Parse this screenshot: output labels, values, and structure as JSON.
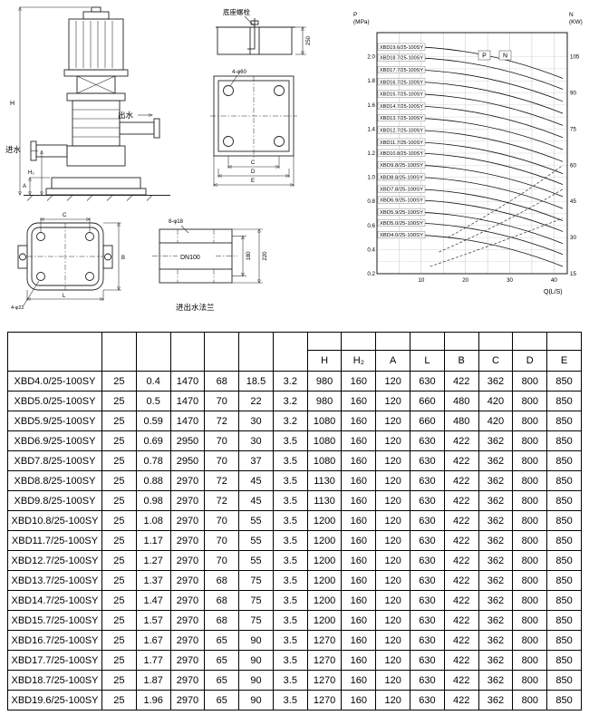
{
  "drawings": {
    "labels": {
      "dim_h": "H",
      "dim_h2": "H₂",
      "dim_a": "A",
      "outlet": "出水",
      "inlet": "进水",
      "anchor_bolt": "底座螺栓",
      "dim_250": "250",
      "foundation_holes": "4-φ60",
      "dim_c": "C",
      "dim_d": "D",
      "dim_e": "E",
      "plan_dim_c": "C",
      "plan_dim_b": "B",
      "plan_dim_l": "L",
      "plan_holes": "4-φ22",
      "flange_holes": "8-φ18",
      "flange_bore": "DN100",
      "flange_dim_180": "180",
      "flange_dim_220": "220",
      "flange_caption": "进出水法兰"
    }
  },
  "chart_data": {
    "type": "line",
    "title": "",
    "xlabel": "Q(L/S)",
    "ylabel_left": "P (MPa)",
    "ylabel_right": "N (KW)",
    "xlim": [
      0,
      43
    ],
    "ylim_left": [
      0.2,
      2.2
    ],
    "x_ticks": [
      10,
      20,
      30,
      40
    ],
    "y_ticks_left": [
      0.2,
      0.4,
      0.6,
      0.8,
      1.0,
      1.2,
      1.4,
      1.6,
      1.8,
      2.0
    ],
    "y_ticks_right": [
      15,
      30,
      45,
      60,
      75,
      90,
      105
    ],
    "axis_titles": {
      "left1": "P",
      "left2": "(MPa)",
      "right1": "N",
      "right2": "(KW)",
      "x": "Q(L/S)"
    },
    "inner_labels": [
      "P",
      "N"
    ],
    "grid": true,
    "series": [
      {
        "name": "XBD19.6/25-100SY",
        "pressure_points": [
          [
            2,
            2.08
          ],
          [
            22,
            2.03
          ],
          [
            42,
            1.82
          ]
        ]
      },
      {
        "name": "XBD18.7/25-100SY",
        "pressure_points": [
          [
            2,
            1.99
          ],
          [
            22,
            1.94
          ],
          [
            42,
            1.73
          ]
        ]
      },
      {
        "name": "XBD17.7/25-100SY",
        "pressure_points": [
          [
            2,
            1.89
          ],
          [
            22,
            1.84
          ],
          [
            42,
            1.63
          ]
        ]
      },
      {
        "name": "XBD16.7/25-100SY",
        "pressure_points": [
          [
            2,
            1.79
          ],
          [
            22,
            1.74
          ],
          [
            42,
            1.53
          ]
        ]
      },
      {
        "name": "XBD15.7/25-100SY",
        "pressure_points": [
          [
            2,
            1.69
          ],
          [
            22,
            1.64
          ],
          [
            42,
            1.43
          ]
        ]
      },
      {
        "name": "XBD14.7/25-100SY",
        "pressure_points": [
          [
            2,
            1.59
          ],
          [
            22,
            1.54
          ],
          [
            42,
            1.33
          ]
        ]
      },
      {
        "name": "XBD13.7/25-100SY",
        "pressure_points": [
          [
            2,
            1.49
          ],
          [
            22,
            1.44
          ],
          [
            42,
            1.23
          ]
        ]
      },
      {
        "name": "XBD12.7/25-100SY",
        "pressure_points": [
          [
            2,
            1.39
          ],
          [
            22,
            1.34
          ],
          [
            42,
            1.13
          ]
        ]
      },
      {
        "name": "XBD11.7/25-100SY",
        "pressure_points": [
          [
            2,
            1.29
          ],
          [
            22,
            1.24
          ],
          [
            42,
            1.03
          ]
        ]
      },
      {
        "name": "XBD10.8/25-100SY",
        "pressure_points": [
          [
            2,
            1.2
          ],
          [
            22,
            1.15
          ],
          [
            42,
            0.94
          ]
        ]
      },
      {
        "name": "XBD9.8/25-100SY",
        "pressure_points": [
          [
            2,
            1.1
          ],
          [
            22,
            1.05
          ],
          [
            42,
            0.84
          ]
        ]
      },
      {
        "name": "XBD8.8/25-100SY",
        "pressure_points": [
          [
            2,
            1.0
          ],
          [
            22,
            0.95
          ],
          [
            42,
            0.74
          ]
        ]
      },
      {
        "name": "XBD7.8/25-100SY",
        "pressure_points": [
          [
            2,
            0.9
          ],
          [
            22,
            0.85
          ],
          [
            42,
            0.64
          ]
        ]
      },
      {
        "name": "XBD6.9/25-100SY",
        "pressure_points": [
          [
            2,
            0.81
          ],
          [
            22,
            0.76
          ],
          [
            42,
            0.55
          ]
        ]
      },
      {
        "name": "XBD5.9/25-100SY",
        "pressure_points": [
          [
            2,
            0.71
          ],
          [
            22,
            0.66
          ],
          [
            42,
            0.45
          ]
        ]
      },
      {
        "name": "XBD5.0/25-100SY",
        "pressure_points": [
          [
            2,
            0.62
          ],
          [
            22,
            0.57
          ],
          [
            42,
            0.36
          ]
        ]
      },
      {
        "name": "XBD4.0/25-100SY",
        "pressure_points": [
          [
            2,
            0.52
          ],
          [
            22,
            0.47
          ],
          [
            42,
            0.26
          ]
        ]
      }
    ],
    "power_curves": [
      {
        "points_kw": [
          [
            12,
            18
          ],
          [
            26,
            27
          ],
          [
            42,
            38
          ]
        ]
      },
      {
        "points_kw": [
          [
            14,
            24
          ],
          [
            28,
            36
          ],
          [
            42,
            50
          ]
        ]
      },
      {
        "points_kw": [
          [
            16,
            30
          ],
          [
            30,
            45
          ],
          [
            42,
            60
          ]
        ]
      }
    ]
  },
  "table": {
    "dim_headers": [
      "H",
      "H₂",
      "A",
      "L",
      "B",
      "C",
      "D",
      "E"
    ],
    "rows": [
      [
        "XBD4.0/25-100SY",
        "25",
        "0.4",
        "1470",
        "68",
        "18.5",
        "3.2",
        "980",
        "160",
        "120",
        "630",
        "422",
        "362",
        "800",
        "850"
      ],
      [
        "XBD5.0/25-100SY",
        "25",
        "0.5",
        "1470",
        "70",
        "22",
        "3.2",
        "980",
        "160",
        "120",
        "660",
        "480",
        "420",
        "800",
        "850"
      ],
      [
        "XBD5.9/25-100SY",
        "25",
        "0.59",
        "1470",
        "72",
        "30",
        "3.2",
        "1080",
        "160",
        "120",
        "660",
        "480",
        "420",
        "800",
        "850"
      ],
      [
        "XBD6.9/25-100SY",
        "25",
        "0.69",
        "2950",
        "70",
        "30",
        "3.5",
        "1080",
        "160",
        "120",
        "630",
        "422",
        "362",
        "800",
        "850"
      ],
      [
        "XBD7.8/25-100SY",
        "25",
        "0.78",
        "2950",
        "70",
        "37",
        "3.5",
        "1080",
        "160",
        "120",
        "630",
        "422",
        "362",
        "800",
        "850"
      ],
      [
        "XBD8.8/25-100SY",
        "25",
        "0.88",
        "2970",
        "72",
        "45",
        "3.5",
        "1130",
        "160",
        "120",
        "630",
        "422",
        "362",
        "800",
        "850"
      ],
      [
        "XBD9.8/25-100SY",
        "25",
        "0.98",
        "2970",
        "72",
        "45",
        "3.5",
        "1130",
        "160",
        "120",
        "630",
        "422",
        "362",
        "800",
        "850"
      ],
      [
        "XBD10.8/25-100SY",
        "25",
        "1.08",
        "2970",
        "70",
        "55",
        "3.5",
        "1200",
        "160",
        "120",
        "630",
        "422",
        "362",
        "800",
        "850"
      ],
      [
        "XBD11.7/25-100SY",
        "25",
        "1.17",
        "2970",
        "70",
        "55",
        "3.5",
        "1200",
        "160",
        "120",
        "630",
        "422",
        "362",
        "800",
        "850"
      ],
      [
        "XBD12.7/25-100SY",
        "25",
        "1.27",
        "2970",
        "70",
        "55",
        "3.5",
        "1200",
        "160",
        "120",
        "630",
        "422",
        "362",
        "800",
        "850"
      ],
      [
        "XBD13.7/25-100SY",
        "25",
        "1.37",
        "2970",
        "68",
        "75",
        "3.5",
        "1200",
        "160",
        "120",
        "630",
        "422",
        "362",
        "800",
        "850"
      ],
      [
        "XBD14.7/25-100SY",
        "25",
        "1.47",
        "2970",
        "68",
        "75",
        "3.5",
        "1200",
        "160",
        "120",
        "630",
        "422",
        "362",
        "800",
        "850"
      ],
      [
        "XBD15.7/25-100SY",
        "25",
        "1.57",
        "2970",
        "68",
        "75",
        "3.5",
        "1200",
        "160",
        "120",
        "630",
        "422",
        "362",
        "800",
        "850"
      ],
      [
        "XBD16.7/25-100SY",
        "25",
        "1.67",
        "2970",
        "65",
        "90",
        "3.5",
        "1270",
        "160",
        "120",
        "630",
        "422",
        "362",
        "800",
        "850"
      ],
      [
        "XBD17.7/25-100SY",
        "25",
        "1.77",
        "2970",
        "65",
        "90",
        "3.5",
        "1270",
        "160",
        "120",
        "630",
        "422",
        "362",
        "800",
        "850"
      ],
      [
        "XBD18.7/25-100SY",
        "25",
        "1.87",
        "2970",
        "65",
        "90",
        "3.5",
        "1270",
        "160",
        "120",
        "630",
        "422",
        "362",
        "800",
        "850"
      ],
      [
        "XBD19.6/25-100SY",
        "25",
        "1.96",
        "2970",
        "65",
        "90",
        "3.5",
        "1270",
        "160",
        "120",
        "630",
        "422",
        "362",
        "800",
        "850"
      ]
    ]
  }
}
